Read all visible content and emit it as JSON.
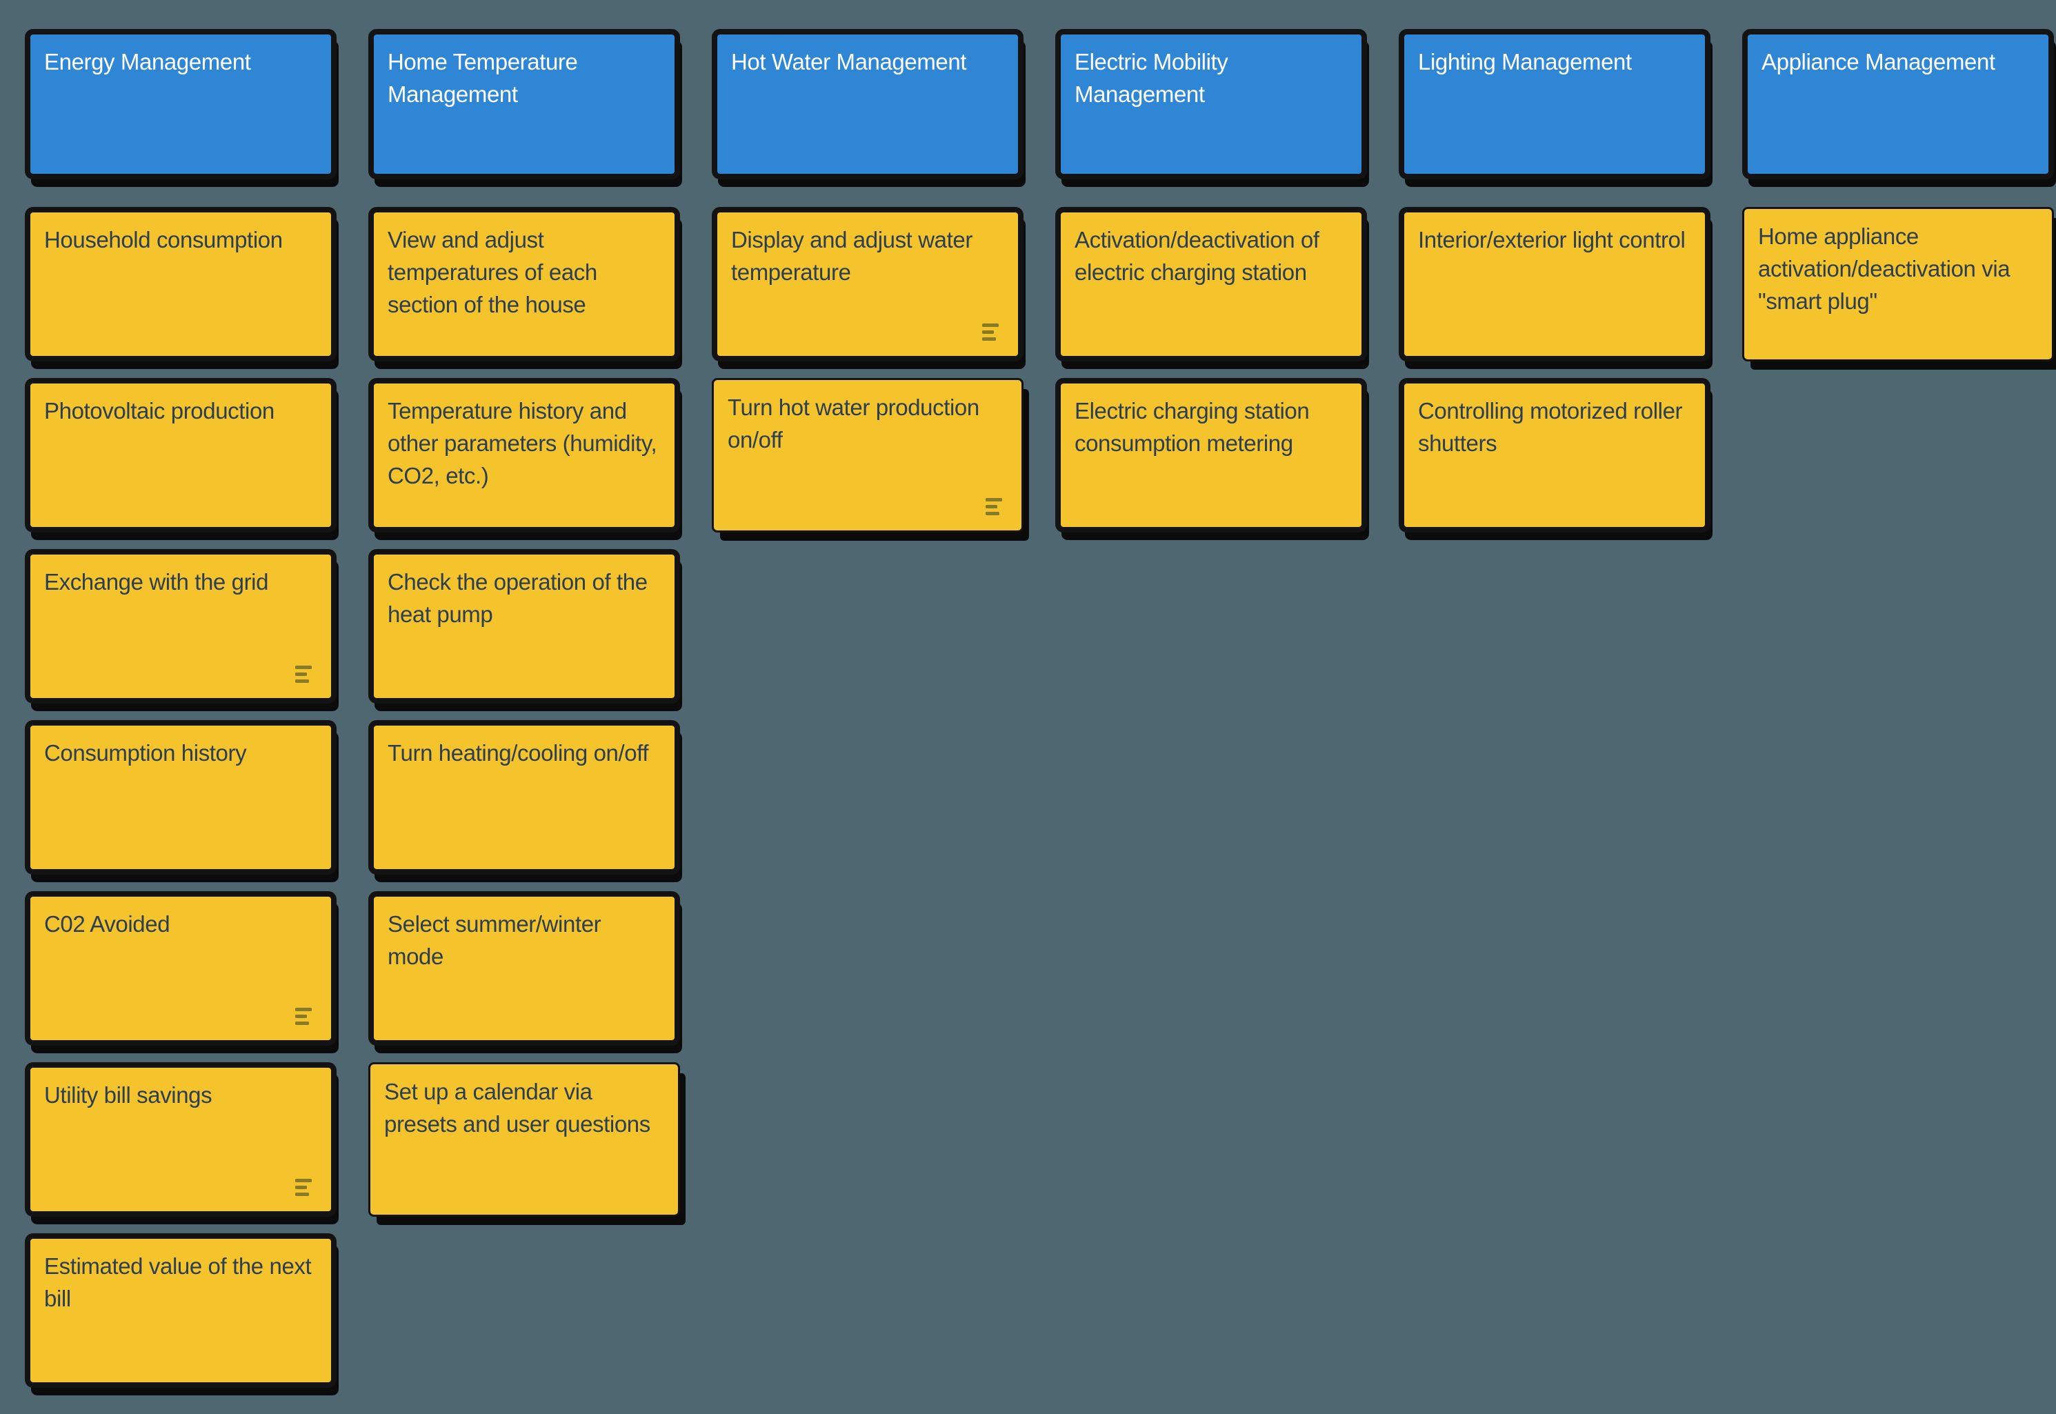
{
  "colors": {
    "background": "#4E6770",
    "header_card": "#2E86D5",
    "note_card": "#F5C32C",
    "card_border": "#131313",
    "card_shadow": "#0B0B0B",
    "header_text": "#FFFFFF",
    "note_text": "#2C3E50",
    "notes_icon": "#877A29"
  },
  "icons": {
    "notes": "text-lines-icon"
  },
  "board": {
    "columns": [
      {
        "title": "Energy Management",
        "cards": [
          {
            "text": "Household consumption",
            "has_notes": false,
            "thin_border": false
          },
          {
            "text": "Photovoltaic production",
            "has_notes": false,
            "thin_border": false
          },
          {
            "text": "Exchange with the grid",
            "has_notes": true,
            "thin_border": false
          },
          {
            "text": "Consumption history",
            "has_notes": false,
            "thin_border": false
          },
          {
            "text": "C02 Avoided",
            "has_notes": true,
            "thin_border": false
          },
          {
            "text": "Utility bill savings",
            "has_notes": true,
            "thin_border": false
          },
          {
            "text": "Estimated value of the next bill",
            "has_notes": false,
            "thin_border": false
          }
        ]
      },
      {
        "title": "Home Temperature Management",
        "cards": [
          {
            "text": "View and adjust temperatures of each section of the house",
            "has_notes": false,
            "thin_border": false
          },
          {
            "text": "Temperature history and other parameters (humidity, CO2, etc.)",
            "has_notes": false,
            "thin_border": false
          },
          {
            "text": "Check the operation of the heat pump",
            "has_notes": false,
            "thin_border": false
          },
          {
            "text": "Turn heating/cooling on/off",
            "has_notes": false,
            "thin_border": false
          },
          {
            "text": "Select summer/winter mode",
            "has_notes": false,
            "thin_border": false
          },
          {
            "text": "Set up a calendar via presets and user questions",
            "has_notes": false,
            "thin_border": true
          }
        ]
      },
      {
        "title": "Hot Water Management",
        "cards": [
          {
            "text": "Display and adjust water temperature",
            "has_notes": true,
            "thin_border": false
          },
          {
            "text": "Turn hot water production on/off",
            "has_notes": true,
            "thin_border": true
          }
        ]
      },
      {
        "title": "Electric Mobility Management",
        "cards": [
          {
            "text": "Activation/deactivation of electric charging station",
            "has_notes": false,
            "thin_border": false
          },
          {
            "text": "Electric charging station consumption metering",
            "has_notes": false,
            "thin_border": false
          }
        ]
      },
      {
        "title": "Lighting Management",
        "cards": [
          {
            "text": "Interior/exterior light control",
            "has_notes": false,
            "thin_border": false
          },
          {
            "text": "Controlling motorized roller shutters",
            "has_notes": false,
            "thin_border": false
          }
        ]
      },
      {
        "title": "Appliance Management",
        "cards": [
          {
            "text": "Home appliance activation/deactivation via \"smart plug\"",
            "has_notes": false,
            "thin_border": true
          }
        ]
      }
    ]
  }
}
